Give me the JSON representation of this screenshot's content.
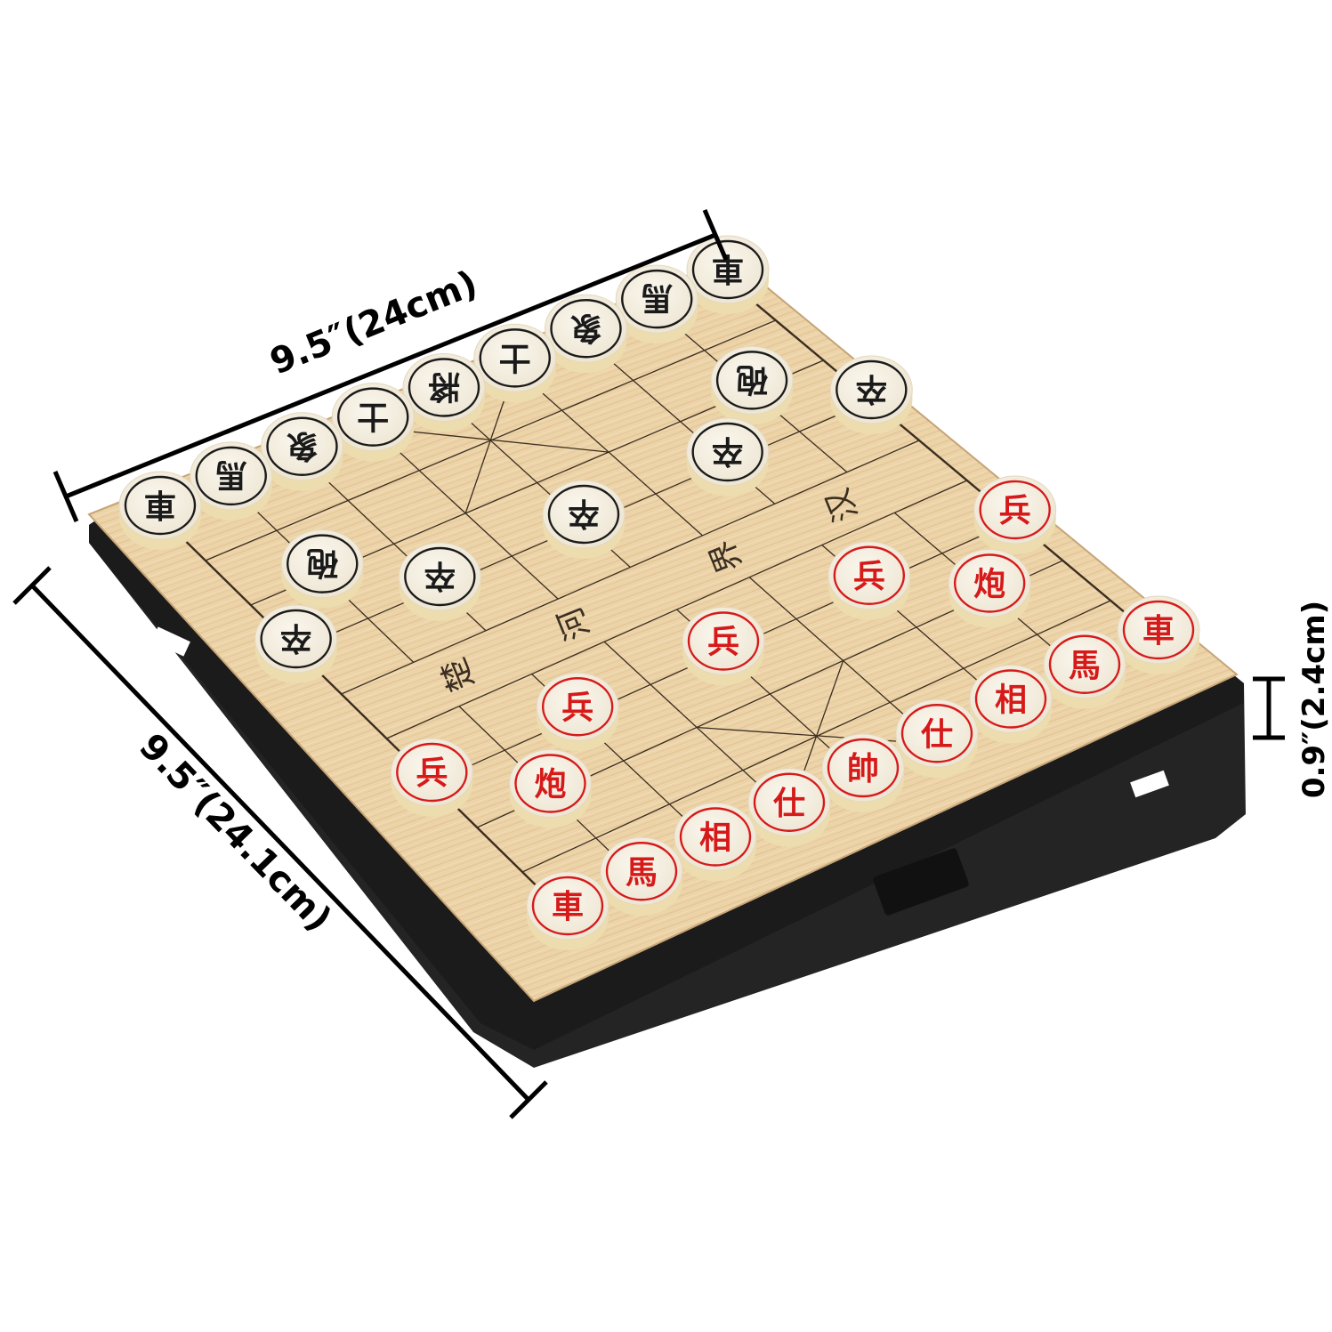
{
  "dimensions": {
    "width_label": "9.5″(24cm)",
    "depth_label": "9.5″(24.1cm)",
    "height_label": "0.9″(2.4cm)"
  },
  "river": {
    "chars": [
      "汉",
      "界",
      "河",
      "楚"
    ]
  },
  "colors": {
    "black_side": "#1a1a1a",
    "red_side": "#d61a1a",
    "board_wood": "#ecd3a8",
    "frame": "#262626",
    "piece_face": "#f6f1e4",
    "piece_edge": "#ecdcae"
  },
  "pieces": [
    {
      "side": "black",
      "char": "車",
      "file": 0,
      "rank": 0
    },
    {
      "side": "black",
      "char": "馬",
      "file": 1,
      "rank": 0
    },
    {
      "side": "black",
      "char": "象",
      "file": 2,
      "rank": 0
    },
    {
      "side": "black",
      "char": "士",
      "file": 3,
      "rank": 0
    },
    {
      "side": "black",
      "char": "將",
      "file": 4,
      "rank": 0
    },
    {
      "side": "black",
      "char": "士",
      "file": 5,
      "rank": 0
    },
    {
      "side": "black",
      "char": "象",
      "file": 6,
      "rank": 0
    },
    {
      "side": "black",
      "char": "馬",
      "file": 7,
      "rank": 0
    },
    {
      "side": "black",
      "char": "車",
      "file": 8,
      "rank": 0
    },
    {
      "side": "black",
      "char": "砲",
      "file": 1,
      "rank": 2
    },
    {
      "side": "black",
      "char": "砲",
      "file": 7,
      "rank": 2
    },
    {
      "side": "black",
      "char": "卒",
      "file": 0,
      "rank": 3
    },
    {
      "side": "black",
      "char": "卒",
      "file": 2,
      "rank": 3
    },
    {
      "side": "black",
      "char": "卒",
      "file": 4,
      "rank": 3
    },
    {
      "side": "black",
      "char": "卒",
      "file": 6,
      "rank": 3
    },
    {
      "side": "black",
      "char": "卒",
      "file": 8,
      "rank": 3
    },
    {
      "side": "red",
      "char": "兵",
      "file": 0,
      "rank": 6
    },
    {
      "side": "red",
      "char": "兵",
      "file": 2,
      "rank": 6
    },
    {
      "side": "red",
      "char": "兵",
      "file": 4,
      "rank": 6
    },
    {
      "side": "red",
      "char": "兵",
      "file": 6,
      "rank": 6
    },
    {
      "side": "red",
      "char": "兵",
      "file": 8,
      "rank": 6
    },
    {
      "side": "red",
      "char": "炮",
      "file": 1,
      "rank": 7
    },
    {
      "side": "red",
      "char": "炮",
      "file": 7,
      "rank": 7
    },
    {
      "side": "red",
      "char": "車",
      "file": 0,
      "rank": 9
    },
    {
      "side": "red",
      "char": "馬",
      "file": 1,
      "rank": 9
    },
    {
      "side": "red",
      "char": "相",
      "file": 2,
      "rank": 9
    },
    {
      "side": "red",
      "char": "仕",
      "file": 3,
      "rank": 9
    },
    {
      "side": "red",
      "char": "帥",
      "file": 4,
      "rank": 9
    },
    {
      "side": "red",
      "char": "仕",
      "file": 5,
      "rank": 9
    },
    {
      "side": "red",
      "char": "相",
      "file": 6,
      "rank": 9
    },
    {
      "side": "red",
      "char": "馬",
      "file": 7,
      "rank": 9
    },
    {
      "side": "red",
      "char": "車",
      "file": 8,
      "rank": 9
    }
  ]
}
